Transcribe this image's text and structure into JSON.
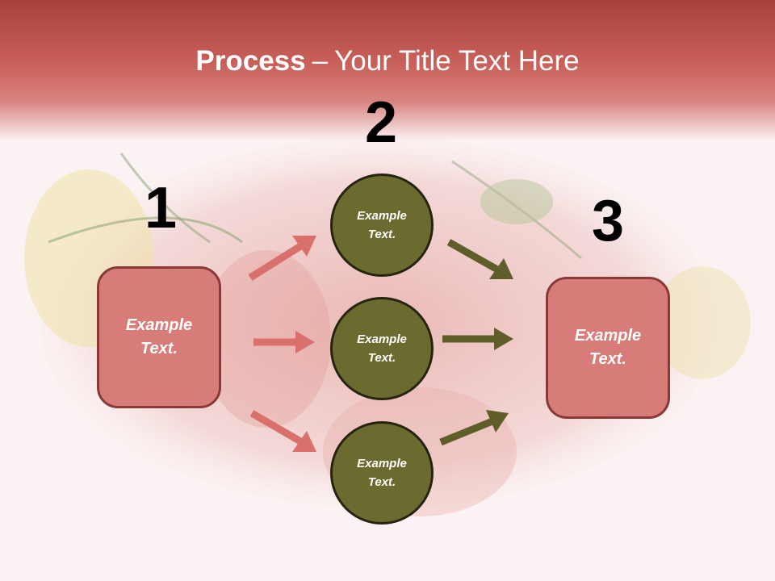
{
  "title": {
    "bold": "Process",
    "separator": "–",
    "rest": "Your Title Text Here"
  },
  "steps": [
    {
      "number": "1",
      "label": "Example\nText."
    },
    {
      "number": "2",
      "label": "Example\nText."
    },
    {
      "number": "3",
      "label": "Example\nText."
    }
  ],
  "middle_nodes": [
    {
      "label": "Example\nText."
    },
    {
      "label": "Example\nText."
    },
    {
      "label": "Example\nText."
    }
  ],
  "colors": {
    "header": "#c9605a",
    "box_fill": "#d77c78",
    "box_border": "#8a3a36",
    "circle_fill": "#6b6a2f",
    "left_arrows": "#d9706c",
    "right_arrows": "#5f5e2a"
  }
}
